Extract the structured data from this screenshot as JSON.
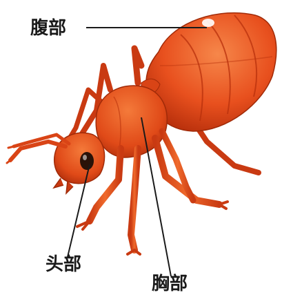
{
  "labels": {
    "abdomen": "腹部",
    "head": "头部",
    "thorax": "胸部"
  },
  "colors": {
    "body": "#e8501e",
    "body_dark": "#b8300c",
    "body_light": "#f47a3a",
    "eye": "#2a1208",
    "leader_line": "#1a1a1a",
    "label_text": "#1a1a1a"
  }
}
